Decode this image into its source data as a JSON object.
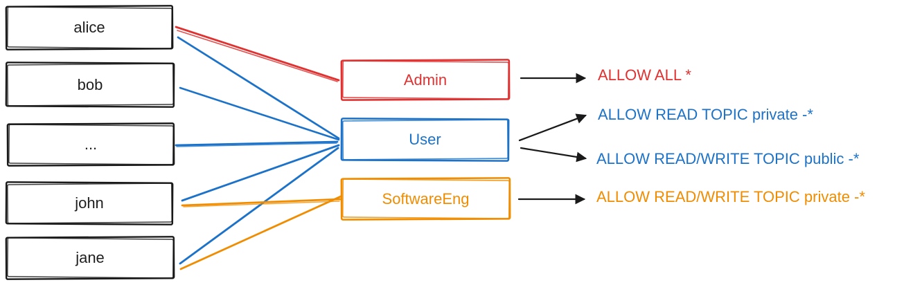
{
  "diagram": {
    "title_hint": "users mapped to roles mapped to ACL permissions",
    "users": [
      {
        "id": "alice",
        "label": "alice"
      },
      {
        "id": "bob",
        "label": "bob"
      },
      {
        "id": "ellipsis",
        "label": "..."
      },
      {
        "id": "john",
        "label": "john"
      },
      {
        "id": "jane",
        "label": "jane"
      }
    ],
    "roles": [
      {
        "id": "admin",
        "label": "Admin",
        "color": "#e03131"
      },
      {
        "id": "user",
        "label": "User",
        "color": "#1c72c8"
      },
      {
        "id": "softwareeng",
        "label": "SoftwareEng",
        "color": "#f08c00"
      }
    ],
    "permissions": [
      {
        "id": "allow-all",
        "label": "ALLOW ALL *",
        "color": "#e03131"
      },
      {
        "id": "allow-read-private",
        "label": "ALLOW READ TOPIC private -*",
        "color": "#1c72c8"
      },
      {
        "id": "allow-rw-public",
        "label": "ALLOW READ/WRITE TOPIC public -*",
        "color": "#1c72c8"
      },
      {
        "id": "allow-rw-private",
        "label": "ALLOW READ/WRITE TOPIC private -*",
        "color": "#f08c00"
      }
    ],
    "edges": [
      {
        "from": "alice",
        "to": "Admin",
        "color": "#e03131"
      },
      {
        "from": "alice",
        "to": "User",
        "color": "#1c72c8"
      },
      {
        "from": "bob",
        "to": "User",
        "color": "#1c72c8"
      },
      {
        "from": "...",
        "to": "User",
        "color": "#1c72c8"
      },
      {
        "from": "john",
        "to": "User",
        "color": "#1c72c8"
      },
      {
        "from": "john",
        "to": "SoftwareEng",
        "color": "#f08c00"
      },
      {
        "from": "jane",
        "to": "User",
        "color": "#1c72c8"
      },
      {
        "from": "jane",
        "to": "SoftwareEng",
        "color": "#f08c00"
      }
    ],
    "grants": [
      {
        "role": "Admin",
        "permission": "ALLOW ALL *"
      },
      {
        "role": "User",
        "permission": "ALLOW READ TOPIC private -*"
      },
      {
        "role": "User",
        "permission": "ALLOW READ/WRITE TOPIC public -*"
      },
      {
        "role": "SoftwareEng",
        "permission": "ALLOW READ/WRITE TOPIC private -*"
      }
    ],
    "colors": {
      "stroke_black": "#1a1a1a",
      "red": "#e03131",
      "blue": "#1c72c8",
      "orange": "#f08c00",
      "background": "#ffffff"
    }
  }
}
